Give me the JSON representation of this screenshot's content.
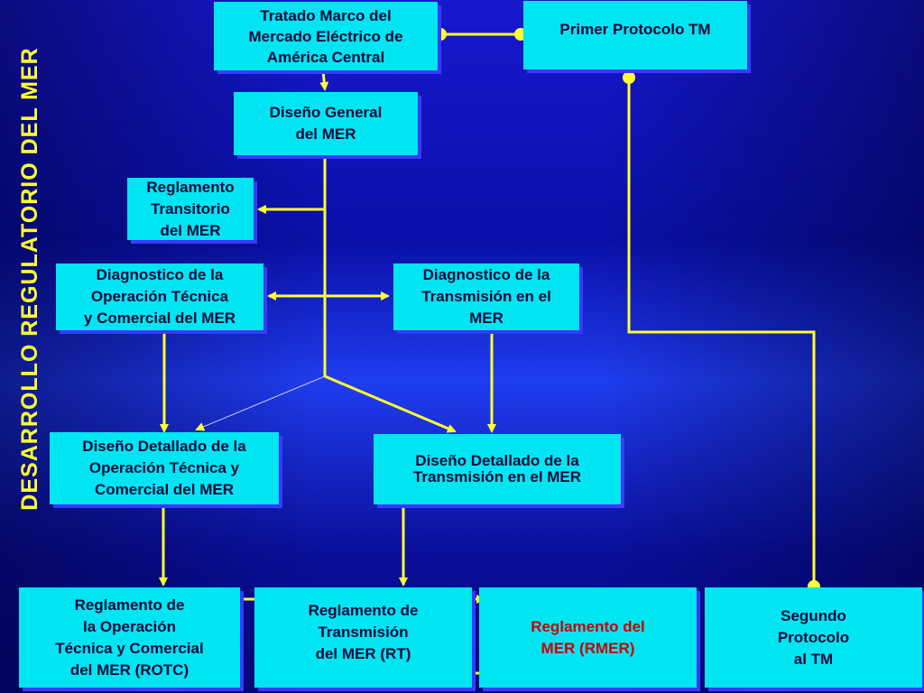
{
  "title": "DESARROLLO REGULATORIO DEL MER",
  "colors": {
    "box": "#00e5f2",
    "connector": "#ffff33",
    "title": "#ffff33",
    "highlight_text": "#cc0000"
  },
  "nodes": {
    "tratado": "Tratado Marco del\nMercado Eléctrico de\nAmérica Central",
    "primer_protocolo": "Primer Protocolo TM",
    "diseno_general": "Diseño General\ndel MER",
    "reglamento_transitorio": "Reglamento\nTransitorio\ndel MER",
    "diag_operacion": "Diagnostico de la\nOperación Técnica\ny Comercial del MER",
    "diag_transmision": "Diagnostico de la\nTransmisión en el\nMER",
    "diseno_detallado_operacion": "Diseño Detallado de la\nOperación Técnica y\nComercial del MER",
    "diseno_detallado_transmision": "Diseño Detallado de la\nTransmisión en el MER",
    "rotc": "Reglamento de\nla Operación\nTécnica y Comercial\ndel MER (ROTC)",
    "rt": "Reglamento de\nTransmisión\ndel MER (RT)",
    "rmer": "Reglamento del\nMER (RMER)",
    "segundo_protocolo": "Segundo\nProtocolo\nal TM"
  }
}
